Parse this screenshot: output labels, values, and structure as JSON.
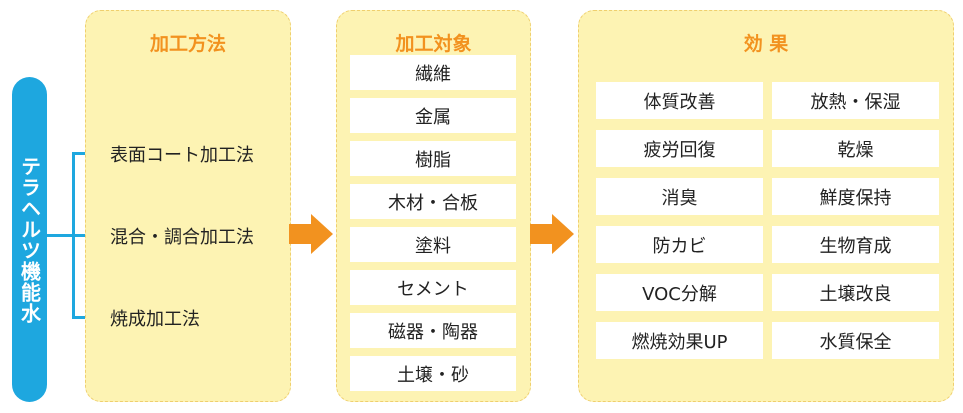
{
  "root_label": "テラヘルツ機能水",
  "methods_panel": {
    "title": "加工方法",
    "items": [
      "表面コート加工法",
      "混合・調合加工法",
      "焼成加工法"
    ]
  },
  "targets_panel": {
    "title": "加工対象",
    "items": [
      "繊維",
      "金属",
      "樹脂",
      "木材・合板",
      "塗料",
      "セメント",
      "磁器・陶器",
      "土壌・砂"
    ]
  },
  "effects_panel": {
    "title": "効 果",
    "left": [
      "体質改善",
      "疲労回復",
      "消臭",
      "防カビ",
      "VOC分解",
      "燃焼効果UP"
    ],
    "right": [
      "放熱・保湿",
      "乾燥",
      "鮮度保持",
      "生物育成",
      "土壌改良",
      "水質保全"
    ]
  },
  "colors": {
    "accent_blue": "#1ea7df",
    "accent_orange": "#f2921f",
    "panel_fill": "#fdf3b3",
    "panel_border": "#efcf6e"
  }
}
